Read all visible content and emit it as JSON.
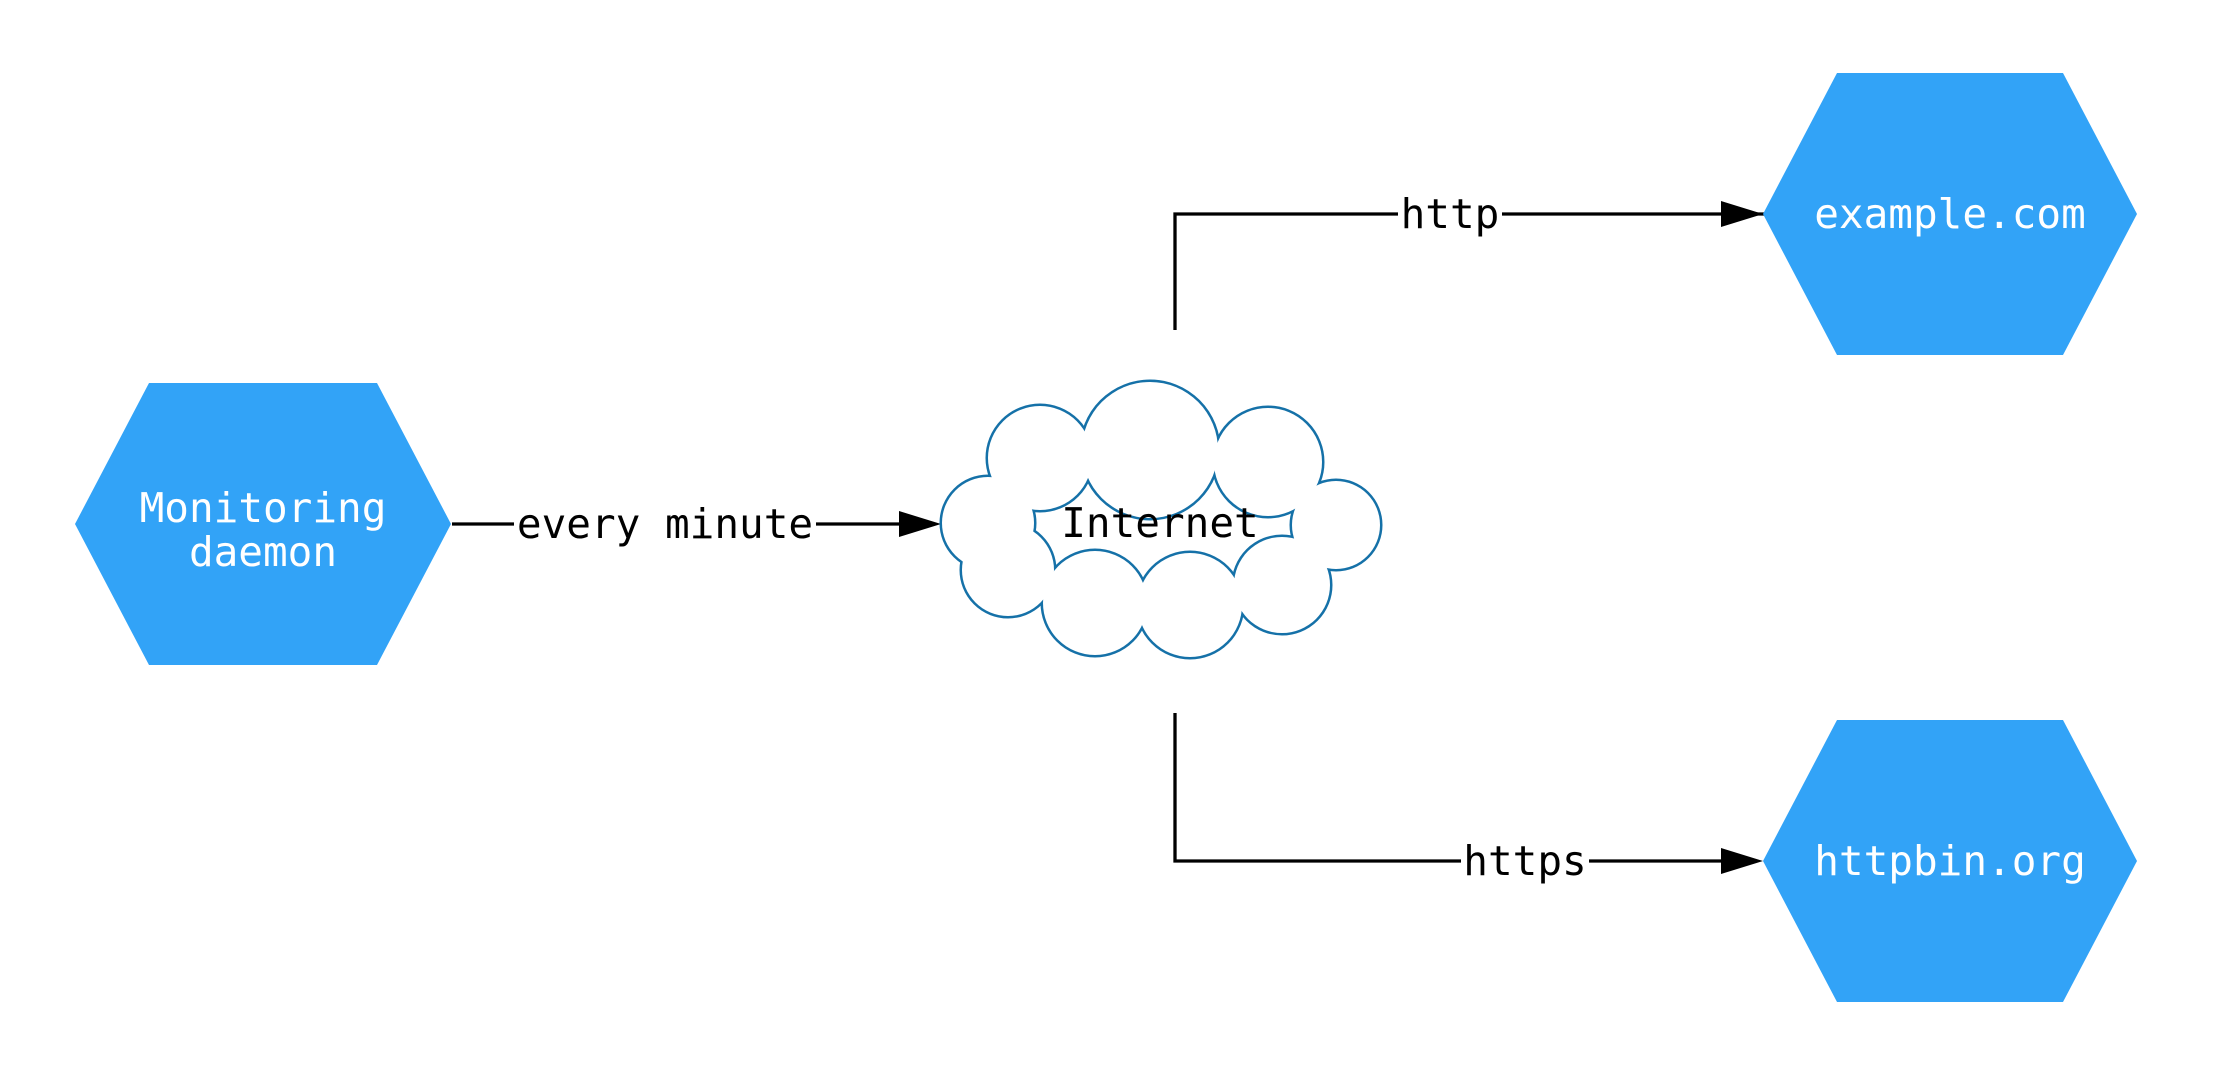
{
  "colors": {
    "background": "#ffffff",
    "node_fill": "#32a3f7",
    "node_text": "#ffffff",
    "cloud_stroke": "#1571a8",
    "edge": "#000000"
  },
  "nodes": {
    "monitoring_daemon": {
      "label": "Monitoring daemon",
      "line1": "Monitoring",
      "line2": "daemon",
      "shape": "hexagon"
    },
    "internet": {
      "label": "Internet",
      "shape": "cloud"
    },
    "example_com": {
      "label": "example.com",
      "shape": "hexagon"
    },
    "httpbin_org": {
      "label": "httpbin.org",
      "shape": "hexagon"
    }
  },
  "edges": {
    "every_minute": {
      "label": "every minute",
      "from": "monitoring_daemon",
      "to": "internet"
    },
    "http": {
      "label": "http",
      "from": "internet",
      "to": "example_com"
    },
    "https": {
      "label": "https",
      "from": "internet",
      "to": "httpbin_org"
    }
  }
}
